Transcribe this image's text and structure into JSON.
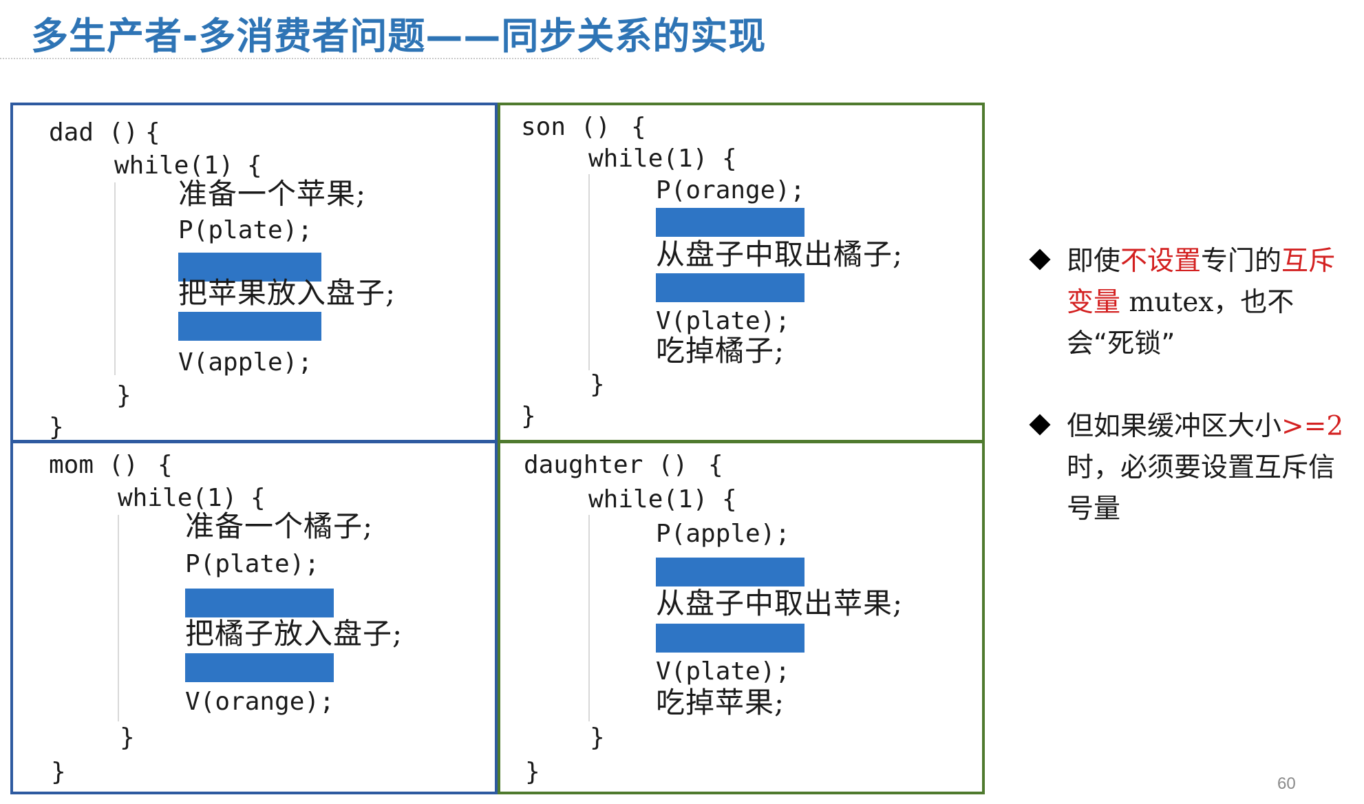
{
  "title": "多生产者-多消费者问题——同步关系的实现",
  "panels": {
    "dad": {
      "header": "dad ()",
      "loop": "while(1)",
      "line1": "准备一个苹果;",
      "line2": "P(plate);",
      "line3": "把苹果放入盘子;",
      "line4": "V(apple);"
    },
    "son": {
      "header": "son ()",
      "loop": "while(1)",
      "line1": "P(orange);",
      "line2": "从盘子中取出橘子;",
      "line3": "V(plate);",
      "line4": "吃掉橘子;"
    },
    "mom": {
      "header": "mom ()",
      "loop": "while(1)",
      "line1": "准备一个橘子;",
      "line2": "P(plate);",
      "line3": "把橘子放入盘子;",
      "line4": "V(orange);"
    },
    "daughter": {
      "header": "daughter ()",
      "loop": "while(1)",
      "line1": "P(apple);",
      "line2": "从盘子中取出苹果;",
      "line3": "V(plate);",
      "line4": "吃掉苹果;"
    }
  },
  "braces": {
    "open": "{",
    "close": "}"
  },
  "bullets": {
    "b1": {
      "p1": "即使",
      "p2": "不设置",
      "p3": "专门的",
      "p4": "互斥变量",
      "p5": "mutex",
      "p6": "，也不会“死锁”"
    },
    "b2": {
      "p1": "但如果缓冲区大小",
      "p2": ">=2",
      "p3": "时，必须要设置互斥信号量"
    }
  },
  "page_number": "60",
  "colors": {
    "title": "#2e74b5",
    "mask": "#2e75c5",
    "border_blue": "#2e5aa0",
    "border_green": "#4f7a2e",
    "highlight_red": "#d32020"
  }
}
